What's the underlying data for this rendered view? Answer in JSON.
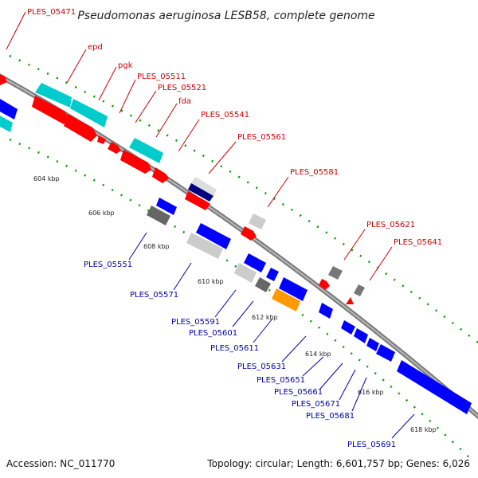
{
  "title": "Pseudomonas aeruginosa LESB58, complete genome",
  "footer": {
    "accession": "Accession: NC_011770",
    "topology": "Topology: circular; Length: 6,601,757 bp; Genes: 6,026"
  },
  "colors": {
    "red": "#ff0000",
    "blue": "#0000ff",
    "cyan": "#00cccc",
    "grey": "#888888",
    "lightgrey": "#cccccc",
    "navy": "#000080",
    "orange": "#ff9900",
    "backbone": "#888888",
    "tick": "#009900"
  },
  "ruler": [
    "604 kbp",
    "606 kbp",
    "608 kbp",
    "610 kbp",
    "612 kbp",
    "614 kbp",
    "616 kbp",
    "618 kbp"
  ],
  "genes_top": [
    "PLES_05471",
    "epd",
    "pgk",
    "PLES_05511",
    "PLES_05521",
    "fda",
    "PLES_05541",
    "PLES_05561",
    "PLES_05581",
    "PLES_05621",
    "PLES_05641"
  ],
  "genes_bottom": [
    "PLES_05551",
    "PLES_05571",
    "PLES_05591",
    "PLES_05601",
    "PLES_05611",
    "PLES_05631",
    "PLES_05651",
    "PLES_05661",
    "PLES_05671",
    "PLES_05681",
    "PLES_05691"
  ]
}
